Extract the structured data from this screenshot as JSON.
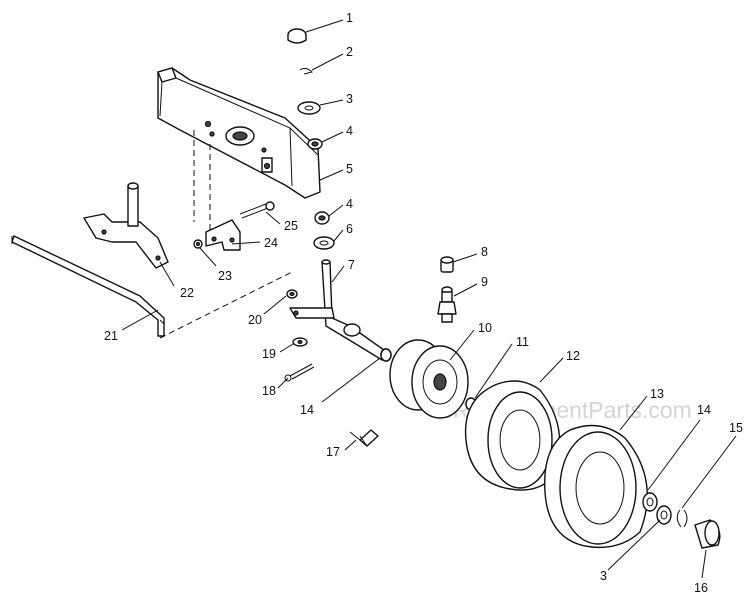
{
  "watermark": "eReplacementParts.com",
  "callouts": {
    "c1": "1",
    "c2": "2",
    "c3a": "3",
    "c4a": "4",
    "c5": "5",
    "c4b": "4",
    "c6": "6",
    "c7": "7",
    "c8": "8",
    "c9": "9",
    "c10": "10",
    "c11": "11",
    "c12": "12",
    "c13": "13",
    "c14a": "14",
    "c14b": "14",
    "c15": "15",
    "c16": "16",
    "c3b": "3",
    "c17": "17",
    "c18": "18",
    "c19": "19",
    "c20": "20",
    "c21": "21",
    "c22": "22",
    "c23": "23",
    "c24": "24",
    "c25": "25"
  }
}
